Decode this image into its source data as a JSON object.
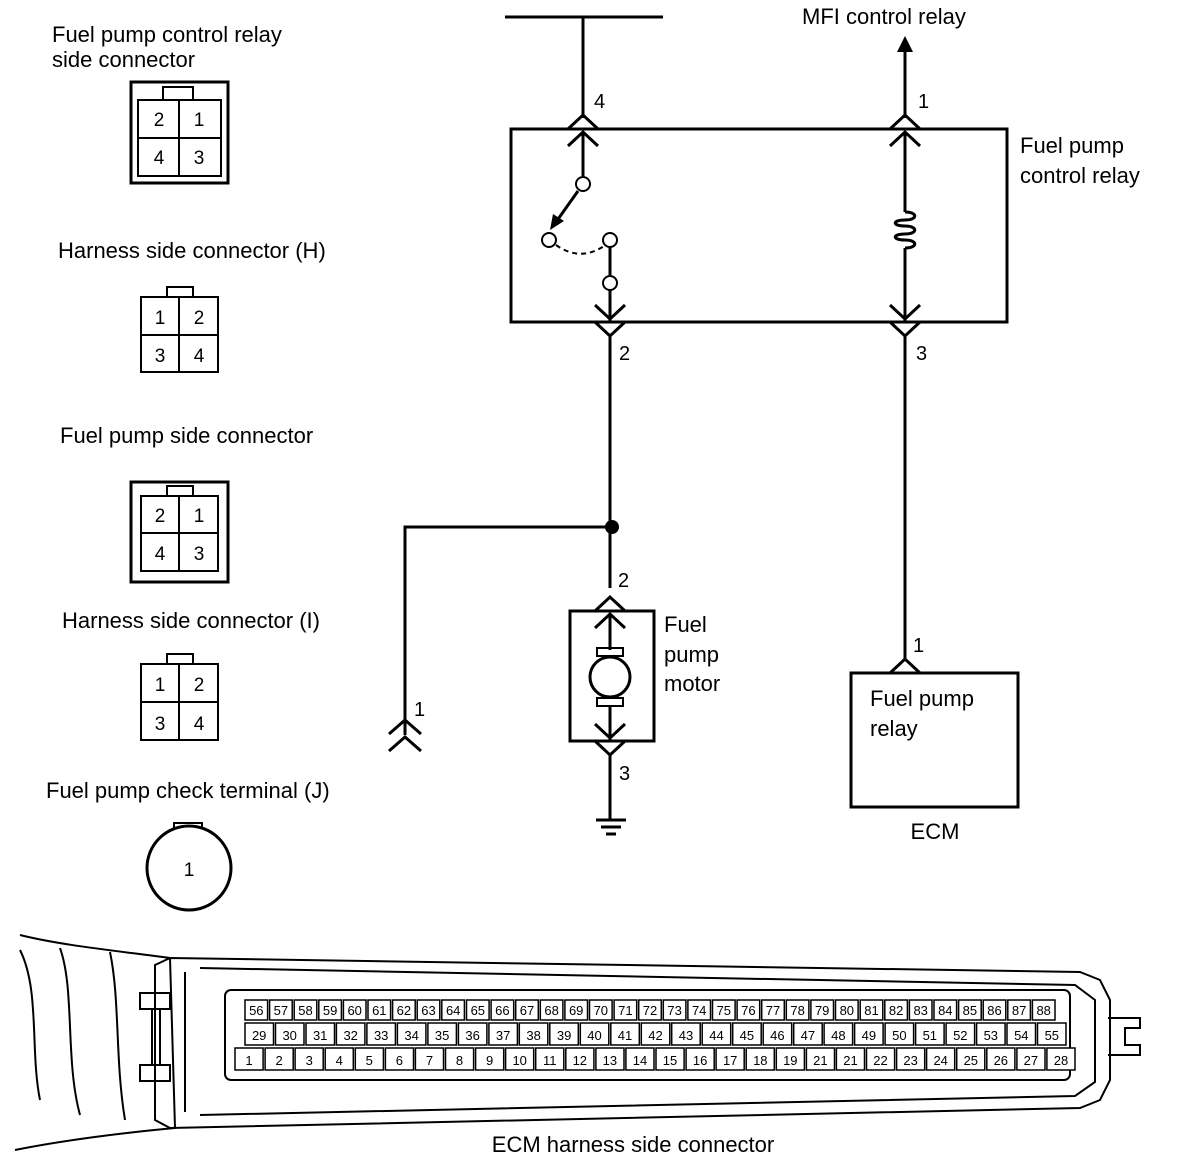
{
  "connectors": {
    "relay_side": {
      "title_line1": "Fuel pump control relay",
      "title_line2": "side connector",
      "pins": [
        "2",
        "1",
        "4",
        "3"
      ]
    },
    "harness_h": {
      "title": "Harness side connector (H)",
      "pins": [
        "1",
        "2",
        "3",
        "4"
      ]
    },
    "pump_side": {
      "title": "Fuel pump side connector",
      "pins": [
        "2",
        "1",
        "4",
        "3"
      ]
    },
    "harness_i": {
      "title": "Harness side connector (I)",
      "pins": [
        "1",
        "2",
        "3",
        "4"
      ]
    },
    "check_terminal": {
      "title": "Fuel pump check terminal (J)",
      "pin": "1"
    }
  },
  "circuit": {
    "mfi_relay_label": "MFI control relay",
    "control_relay": {
      "label_line1": "Fuel pump",
      "label_line2": "control relay",
      "pins": {
        "p4": "4",
        "p1": "1",
        "p2": "2",
        "p3": "3"
      }
    },
    "pump_motor": {
      "label_line1": "Fuel",
      "label_line2": "pump",
      "label_line3": "motor",
      "pins": {
        "p2": "2",
        "p3": "3"
      }
    },
    "check_terminal_pin": "1",
    "ecm_relay": {
      "label_line1": "Fuel pump",
      "label_line2": "relay",
      "pin": "1"
    },
    "ecm_label": "ECM"
  },
  "ecm_connector": {
    "caption": "ECM harness side connector",
    "row1": [
      "56",
      "57",
      "58",
      "59",
      "60",
      "61",
      "62",
      "63",
      "64",
      "65",
      "66",
      "67",
      "68",
      "69",
      "70",
      "71",
      "72",
      "73",
      "74",
      "75",
      "76",
      "77",
      "78",
      "79",
      "80",
      "81",
      "82",
      "83",
      "84",
      "85",
      "86",
      "87",
      "88"
    ],
    "row2": [
      "29",
      "30",
      "31",
      "32",
      "33",
      "34",
      "35",
      "36",
      "37",
      "38",
      "39",
      "40",
      "41",
      "42",
      "43",
      "44",
      "45",
      "46",
      "47",
      "48",
      "49",
      "50",
      "51",
      "52",
      "53",
      "54",
      "55"
    ],
    "row3": [
      "1",
      "2",
      "3",
      "4",
      "5",
      "6",
      "7",
      "8",
      "9",
      "10",
      "11",
      "12",
      "13",
      "14",
      "15",
      "16",
      "17",
      "18",
      "19",
      "21",
      "21",
      "22",
      "23",
      "24",
      "25",
      "26",
      "27",
      "28"
    ]
  }
}
